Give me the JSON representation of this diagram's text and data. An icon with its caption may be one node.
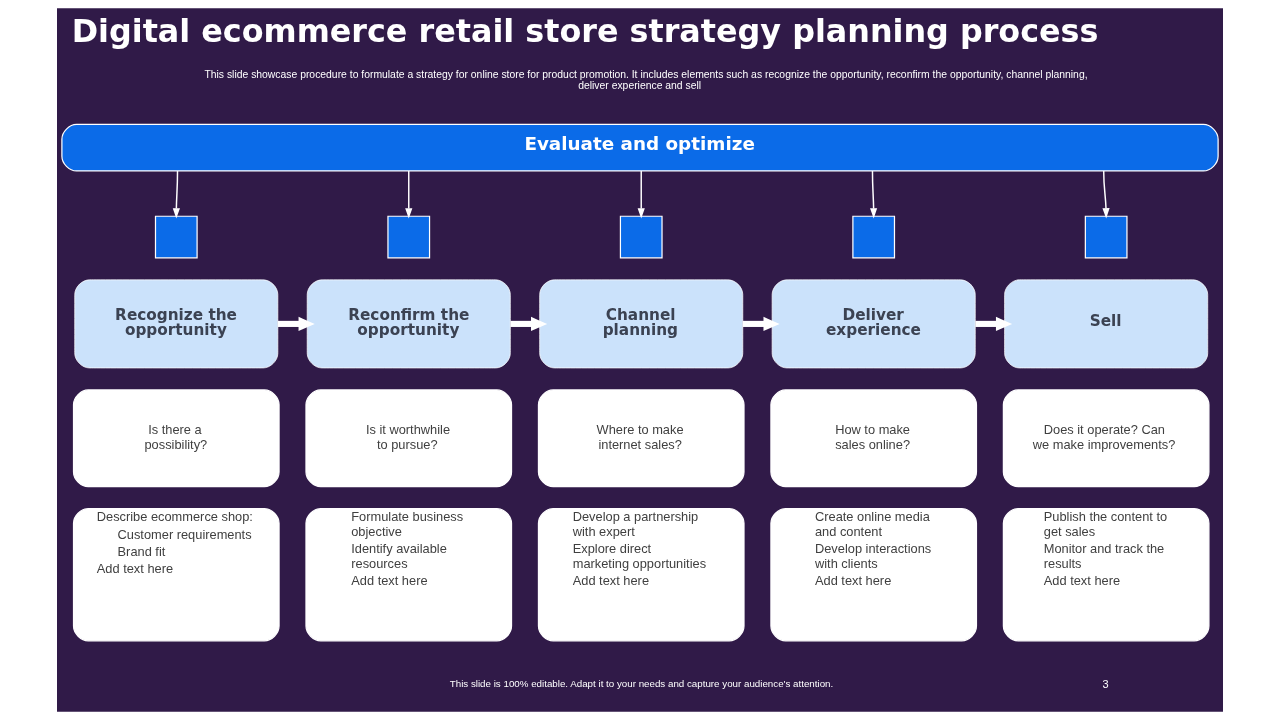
{
  "diagram": {
    "title": "Digital ecommerce retail store strategy planning process",
    "nodes": [
      {
        "text": [
          "Evaluate and optimize"
        ]
      },
      {
        "text": [],
        "shape": "box"
      },
      {
        "text": [],
        "shape": "box"
      },
      {
        "text": [],
        "shape": "box"
      },
      {
        "text": [],
        "shape": "box"
      },
      {
        "text": [],
        "shape": "box"
      },
      {
        "text": [
          "Recognize the opportunity"
        ]
      },
      {
        "text": [
          "Reconfirm the opportunity"
        ]
      },
      {
        "text": [
          "Channel planning"
        ]
      },
      {
        "text": [
          "Deliver experience"
        ]
      },
      {
        "text": [
          "Sell"
        ]
      },
      {
        "text": [
          "Is there a possibility?"
        ]
      },
      {
        "text": [
          "Is it worthwhile to pursue?"
        ]
      },
      {
        "text": [
          "Where to make internet sales?"
        ]
      },
      {
        "text": [
          "How to make sales online?"
        ]
      },
      {
        "text": [
          "Does it operate? Can we make improvements?"
        ]
      },
      {
        "text": [
          "Describe ecommerce shop:",
          "Customer requirements",
          "Brand fit",
          "Add text here"
        ]
      },
      {
        "text": [
          "Formulate business objective",
          "Identify available resources",
          "Add text here"
        ]
      },
      {
        "text": [
          "Develop a partnership with expert",
          "Explore direct marketing opportunities",
          "Add text here"
        ]
      },
      {
        "text": [
          "Create online media and content",
          "Develop interactions with clients",
          "Add text here"
        ]
      },
      {
        "text": [
          "Publish the content to get sales",
          "Monitor and track the results",
          "Add text here"
        ]
      }
    ],
    "edges": [
      {
        "from": 0,
        "to": 1,
        "arrow": "to"
      },
      {
        "from": 0,
        "to": 2,
        "arrow": "to"
      },
      {
        "from": 0,
        "to": 3,
        "arrow": "to"
      },
      {
        "from": 0,
        "to": 4,
        "arrow": "to"
      },
      {
        "from": 0,
        "to": 5,
        "arrow": "to"
      },
      {
        "from": 6,
        "to": 7,
        "arrow": "to",
        "style": "thick"
      },
      {
        "from": 7,
        "to": 8,
        "arrow": "to",
        "style": "thick"
      },
      {
        "from": 8,
        "to": 9,
        "arrow": "to",
        "style": "thick"
      },
      {
        "from": 9,
        "to": 10,
        "arrow": "to",
        "style": "thick"
      }
    ],
    "labels": [
      "This slide showcase procedure to formulate a strategy for online store for product promotion. It includes elements such as recognize the opportunity, reconfirm the opportunity, channel planning, deliver experience and sell",
      "This slide is 100% editable. Adapt it to your needs and capture your audience's attention.",
      "3"
    ]
  }
}
